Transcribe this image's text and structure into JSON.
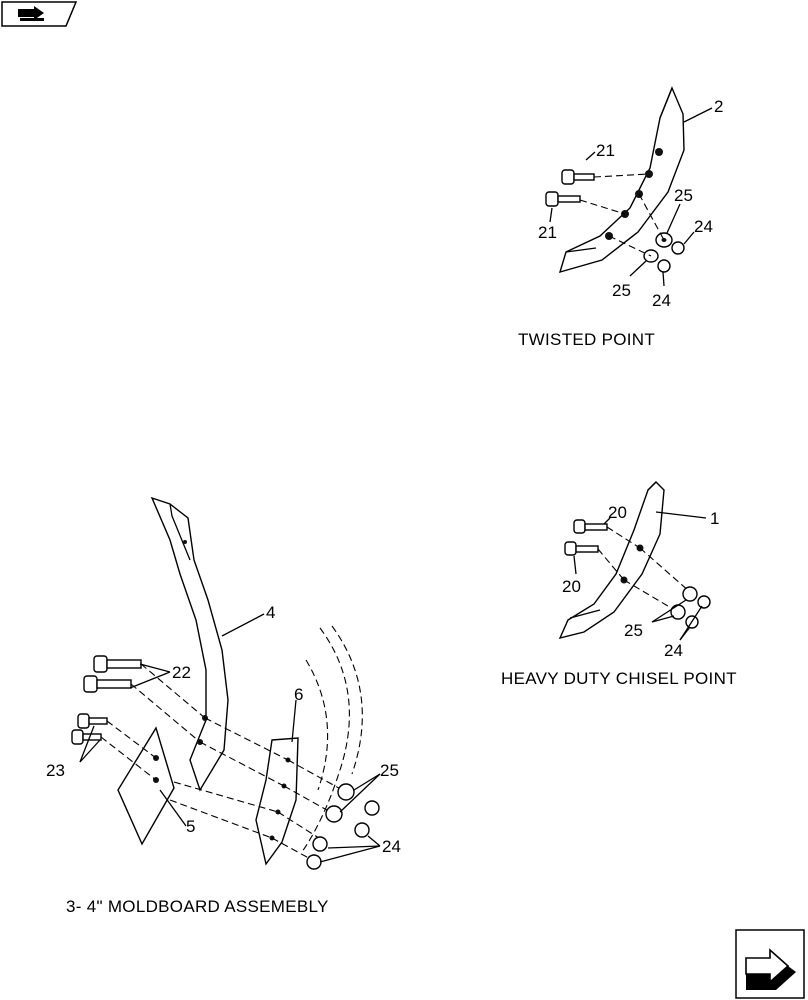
{
  "captions": {
    "twisted_point": "TWISTED POINT",
    "chisel_point": "HEAVY DUTY CHISEL POINT",
    "moldboard": "3- 4\" MOLDBOARD  ASSEMEBLY"
  },
  "twisted_point_callouts": [
    "2",
    "21",
    "21",
    "25",
    "24",
    "25",
    "24"
  ],
  "chisel_point_callouts": [
    "20",
    "1",
    "20",
    "25",
    "24"
  ],
  "moldboard_callouts": [
    "4",
    "22",
    "6",
    "23",
    "25",
    "5",
    "24"
  ],
  "nav": {
    "top_left_icon": "previous-page-arrow-icon",
    "bottom_right_icon": "next-page-arrow-icon"
  }
}
